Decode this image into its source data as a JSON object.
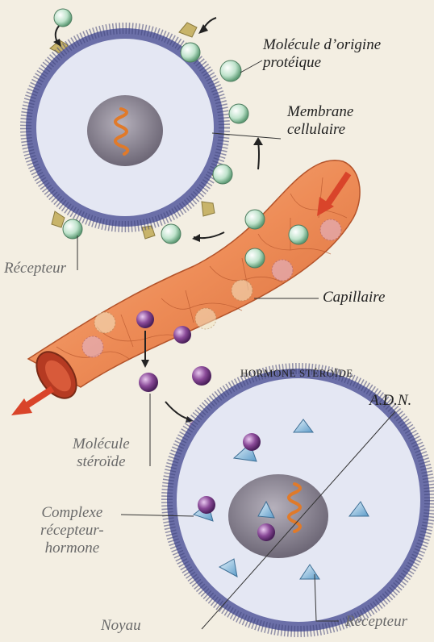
{
  "labels": {
    "protein_molecule": [
      "Molécule d’origine",
      "protéique"
    ],
    "cell_membrane": [
      "Membrane",
      "cellulaire"
    ],
    "receptor_top": "Récepteur",
    "capillary": "Capillaire",
    "steroid_heading": "HORMONE STÉROÏDE",
    "dna": "A.D.N.",
    "steroid_molecule": [
      "Molécule",
      "stéroïde"
    ],
    "receptor_hormone_complex": [
      "Complexe",
      "récepteur-",
      "hormone"
    ],
    "nucleus": "Noyau",
    "receptor_bottom": "Récepteur"
  },
  "colors": {
    "background": "#f3eee2",
    "membrane": "#6b6fa8",
    "cytoplasm": "#e4e7f3",
    "nucleus": "#8d8794",
    "dna": "#e07a2a",
    "capillary": "#ef8f5a",
    "protein_molecule": "#bfe3cc",
    "steroid_molecule": "#8a4a98",
    "receptor_cone": "#7fb7dd",
    "arrow": "#d9442a",
    "membrane_receptor": "#c8b46a"
  }
}
